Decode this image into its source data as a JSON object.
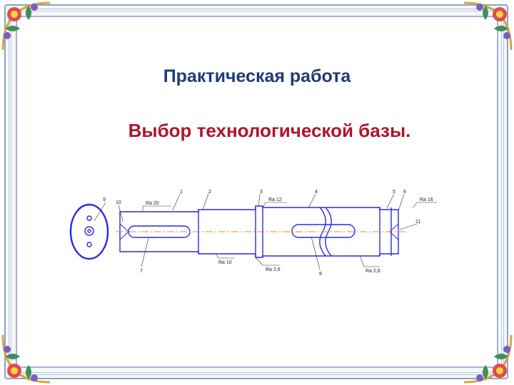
{
  "slide": {
    "title": "Практическая работа",
    "subtitle": "Выбор технологической базы."
  },
  "drawing": {
    "callouts": [
      "9",
      "10",
      "1",
      "2",
      "3",
      "4",
      "5",
      "6",
      "11",
      "7",
      "8"
    ],
    "roughness": [
      "Ra 20",
      "Ra 12",
      "Ra 16",
      "Ra 10",
      "Ra 2,6",
      "Ra 2,6"
    ]
  },
  "colors": {
    "title": "#1f3b78",
    "subtitle": "#b0152a",
    "outline": "#2a2ae0",
    "axis": "#f08a2a",
    "frame": "#8aa4c2"
  }
}
